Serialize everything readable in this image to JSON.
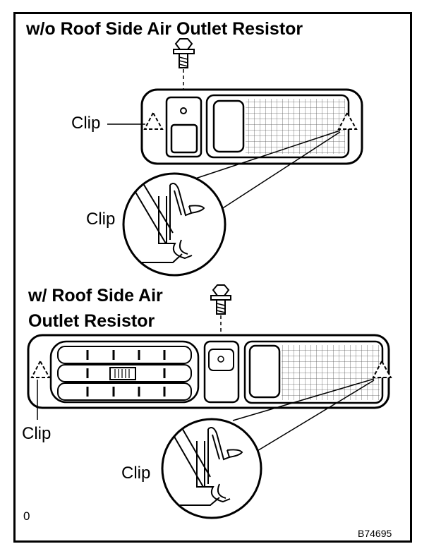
{
  "section_top": {
    "title": "w/o Roof Side Air Outlet Resistor",
    "clip_label_left": "Clip",
    "clip_label_detail": "Clip"
  },
  "section_bottom": {
    "title_line1": "w/ Roof Side Air",
    "title_line2": "Outlet Resistor",
    "clip_label_left": "Clip",
    "clip_label_detail": "Clip"
  },
  "corner_mark": "0",
  "figure_code": "B74695",
  "colors": {
    "ink": "#000000",
    "paper": "#ffffff",
    "grid": "#555555"
  },
  "icons": [
    "bolt-icon",
    "clip-marker-icon",
    "switch-icon",
    "vent-louver-icon",
    "diffuser-grid-icon"
  ]
}
